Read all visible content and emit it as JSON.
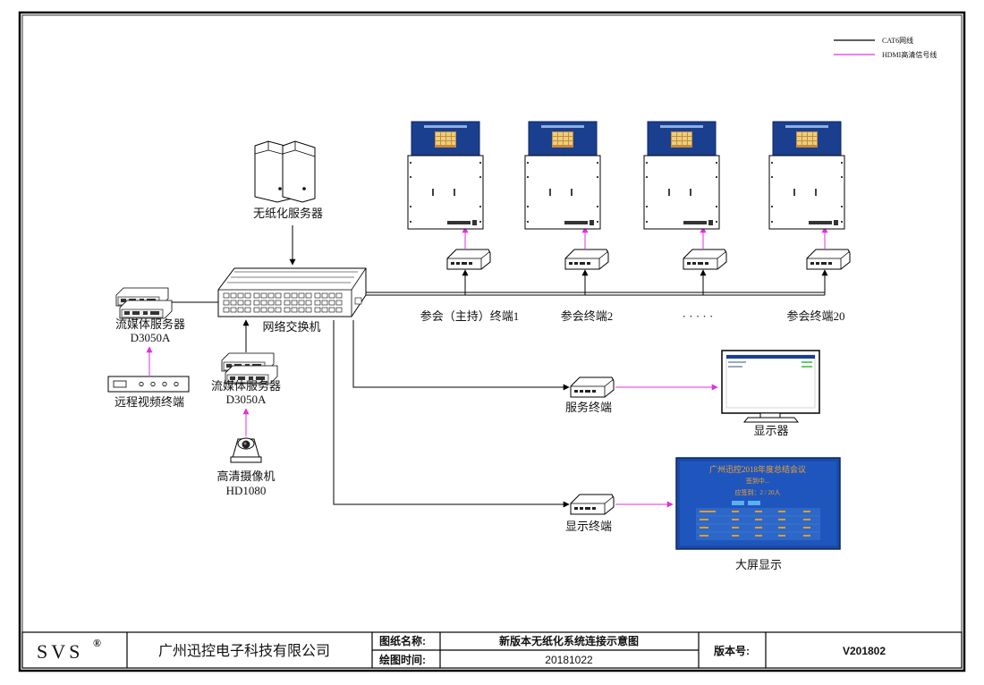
{
  "legend": [
    {
      "label": "CAT6网线",
      "color": "#000000"
    },
    {
      "label": "HDMI高清信号线",
      "color": "#e030e0"
    }
  ],
  "nodes": {
    "paperless_server": "无纸化服务器",
    "switch": "网络交换机",
    "media_server_left": "流媒体服务器",
    "media_server_left_model": "D3050A",
    "remote_video": "远程视频终端",
    "media_server_mid": "流媒体服务器",
    "media_server_mid_model": "D3050A",
    "camera": "高清摄像机",
    "camera_model": "HD1080",
    "terminal_1": "参会（主持）终端1",
    "terminal_2": "参会终端2",
    "terminal_dots": "· · · · ·",
    "terminal_20": "参会终端20",
    "service_terminal": "服务终端",
    "monitor": "显示器",
    "display_terminal": "显示终端",
    "big_screen": "大屏显示"
  },
  "big_screen_content": {
    "title": "广州迅控2018年度总结会议",
    "subtitle": "签到中...",
    "count": "应签到：2 / 20人"
  },
  "title_block": {
    "logo": "SVS",
    "logo_mark": "®",
    "company": "广州迅控电子科技有限公司",
    "drawing_name_label": "图纸名称:",
    "drawing_name": "新版本无纸化系统连接示意图",
    "date_label": "绘图时间:",
    "date": "20181022",
    "version_label": "版本号:",
    "version": "V201802"
  }
}
